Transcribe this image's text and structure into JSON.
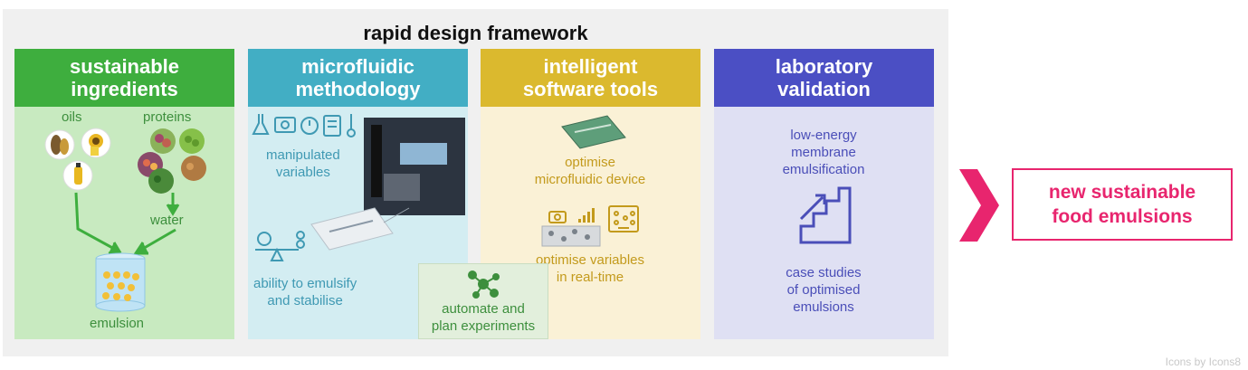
{
  "title": "rapid design framework",
  "columns": [
    {
      "heading": "sustainable ingredients",
      "heading_line1": "sustainable",
      "heading_line2": "ingredients",
      "color": "#3eae3e",
      "labels": {
        "oils": "oils",
        "proteins": "proteins",
        "water": "water",
        "emulsion": "emulsion"
      }
    },
    {
      "heading": "microfluidic methodology",
      "heading_line1": "microfluidic",
      "heading_line2": "methodology",
      "color": "#42aec4",
      "labels": {
        "manipulated_1": "manipulated",
        "manipulated_2": "variables",
        "ability_1": "ability to emulsify",
        "ability_2": "and stabilise"
      }
    },
    {
      "heading": "intelligent software tools",
      "heading_line1": "intelligent",
      "heading_line2": "software tools",
      "color": "#dbb92e",
      "labels": {
        "optimise_device_1": "optimise",
        "optimise_device_2": "microfluidic device",
        "optimise_vars_1": "optimise variables",
        "optimise_vars_2": "in real-time"
      }
    },
    {
      "heading": "laboratory validation",
      "heading_line1": "laboratory",
      "heading_line2": "validation",
      "color": "#4b4fc4",
      "labels": {
        "membrane_1": "low-energy",
        "membrane_2": "membrane",
        "membrane_3": "emulsification",
        "case_1": "case studies",
        "case_2": "of optimised",
        "case_3": "emulsions"
      }
    }
  ],
  "automate": {
    "line1": "automate and",
    "line2": "plan experiments"
  },
  "result": {
    "line1": "new sustainable",
    "line2": "food emulsions",
    "color": "#e8256e"
  },
  "credit": "Icons by Icons8"
}
